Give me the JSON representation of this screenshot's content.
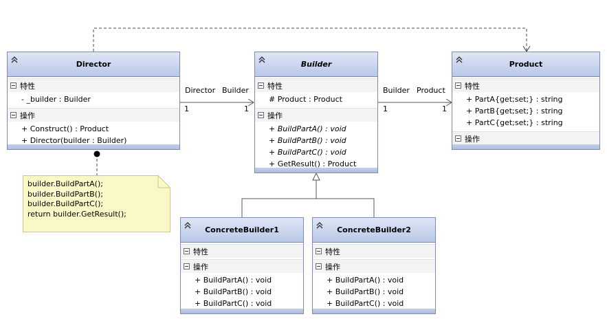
{
  "sections": {
    "attributes": "特性",
    "operations": "操作"
  },
  "classes": {
    "director": {
      "name": "Director",
      "attributes": [
        "- _builder : Builder"
      ],
      "operations": [
        "+ Construct() : Product",
        "+ Director(builder : Builder)"
      ]
    },
    "builder": {
      "name": "Builder",
      "attributes": [
        "# Product : Product"
      ],
      "operations": [
        "+ BuildPartA() : void",
        "+ BuildPartB() : void",
        "+ BuildPartC() : void",
        "+ GetResult() : Product"
      ]
    },
    "product": {
      "name": "Product",
      "attributes": [
        "+ PartA{get;set;} : string",
        "+ PartB{get;set;} : string",
        "+ PartC{get;set;} : string"
      ],
      "operations": []
    },
    "concrete1": {
      "name": "ConcreteBuilder1",
      "attributes": [],
      "operations": [
        "+ BuildPartA() : void",
        "+ BuildPartB() : void",
        "+ BuildPartC() : void"
      ]
    },
    "concrete2": {
      "name": "ConcreteBuilder2",
      "attributes": [],
      "operations": [
        "+ BuildPartA() : void",
        "+ BuildPartB() : void",
        "+ BuildPartC() : void"
      ]
    }
  },
  "note": {
    "lines": [
      "builder.BuildPartA();",
      "builder.BuildPartB();",
      "builder.BuildPartC();",
      "return builder.GetResult();"
    ]
  },
  "associations": {
    "director_builder": {
      "source_role": "Director",
      "target_role": "Builder",
      "source_mult": "1",
      "target_mult": "1"
    },
    "builder_product": {
      "source_role": "Builder",
      "target_role": "Product",
      "source_mult": "1",
      "target_mult": "1"
    }
  },
  "colors": {
    "header_top": "#dfe6f6",
    "header_bottom": "#b9c8e8",
    "border": "#7d8cae",
    "note_fill": "#fbf8c8",
    "note_border": "#cfc78a"
  }
}
